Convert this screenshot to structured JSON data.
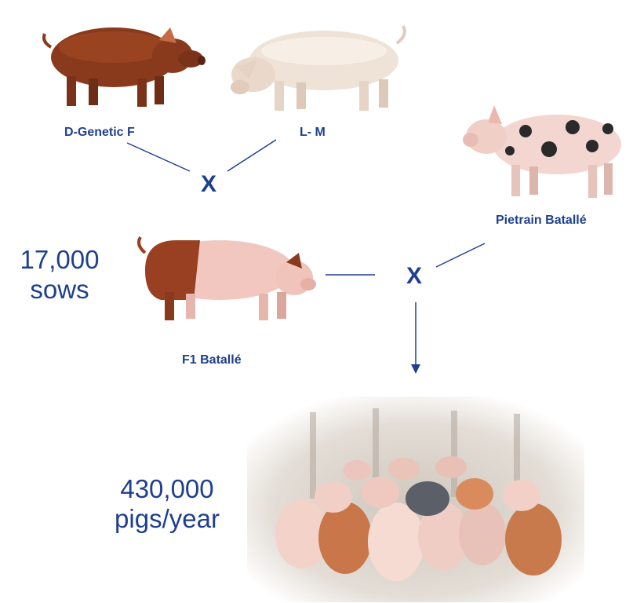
{
  "breeds": {
    "duroc": {
      "label": "D-Genetic F",
      "icon": "red-pig-photo"
    },
    "landrace": {
      "label": "L- M",
      "icon": "white-pig-photo"
    },
    "pietrain": {
      "label": "Pietrain Batallé",
      "icon": "spotted-pig-photo"
    },
    "f1": {
      "label": "F1 Batallé",
      "icon": "two-tone-pig-photo"
    }
  },
  "crosses": {
    "first": "X",
    "second": "X"
  },
  "stats": {
    "sows_value": "17,000",
    "sows_unit": "sows",
    "pigs_value": "430,000",
    "pigs_unit": "pigs/year"
  },
  "herd": {
    "icon": "pig-herd-photo"
  },
  "colors": {
    "accent": "#1f3f8f",
    "duroc": "#8a3a1c",
    "landrace": "#efe2d6",
    "pietrain_spot": "#2a2a2a",
    "pink": "#f2c7c0"
  }
}
